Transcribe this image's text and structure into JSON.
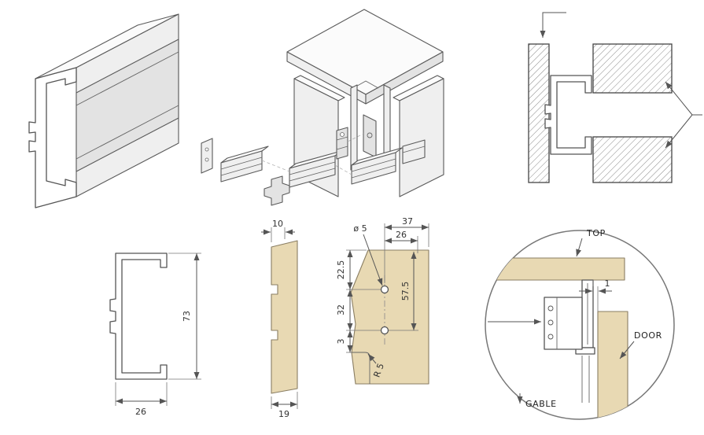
{
  "meta": {
    "type": "technical-drawing",
    "subject": "aluminium cabinet corner profile assembly drawing"
  },
  "colors": {
    "wood_tan": "#e8d9b3",
    "outline": "#555555",
    "hatch_line": "#8a8a8a",
    "metal_fill": "#ffffff",
    "face_light": "#f4f4f4"
  },
  "cross_section": {
    "height": "73",
    "width": "26"
  },
  "strip_view": {
    "notch_width": "10",
    "thickness": "19"
  },
  "drill_view": {
    "hole_diameter": "ø 5",
    "edge_distance": "37",
    "inner_distance": "26",
    "top_offset": "22.5",
    "hole_spacing": "32",
    "lower_offset": "3",
    "side_height": "57.5",
    "radius": "R 5"
  },
  "detail_view": {
    "labels": {
      "top": "TOP",
      "door": "DOOR",
      "gable": "GABLE"
    },
    "gap": "1"
  }
}
